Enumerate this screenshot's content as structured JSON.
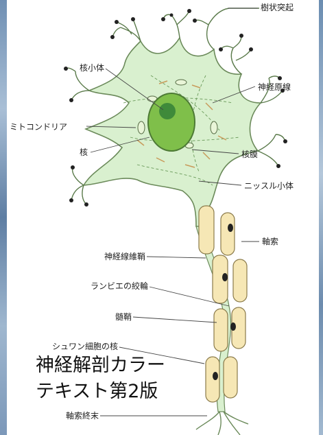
{
  "labels": {
    "dendrite": "樹状突起",
    "nucleolus": "核小体",
    "neurofibril": "神経原線",
    "mitochondria": "ミトコンドリア",
    "nucleus": "核",
    "nuclear_membrane": "核膜",
    "nissl_body": "ニッスル小体",
    "axon": "軸索",
    "nerve_fiber_sheath": "神経線維鞘",
    "node_of_ranvier": "ランビエの絞輪",
    "myelin_sheath": "髄鞘",
    "schwann_nucleus_partial": "シュワン細胞の核",
    "axon_terminal": "軸索終末"
  },
  "caption": {
    "line1": "神経解剖カラー",
    "line2": "テキスト第2版"
  },
  "colors": {
    "cytoplasm": "#d9f0cf",
    "outline": "#6b8a5a",
    "nucleus": "#7fbf4a",
    "nucleolus": "#3f8a3a",
    "myelin": "#f6e7b5",
    "leader_line": "#444444"
  }
}
